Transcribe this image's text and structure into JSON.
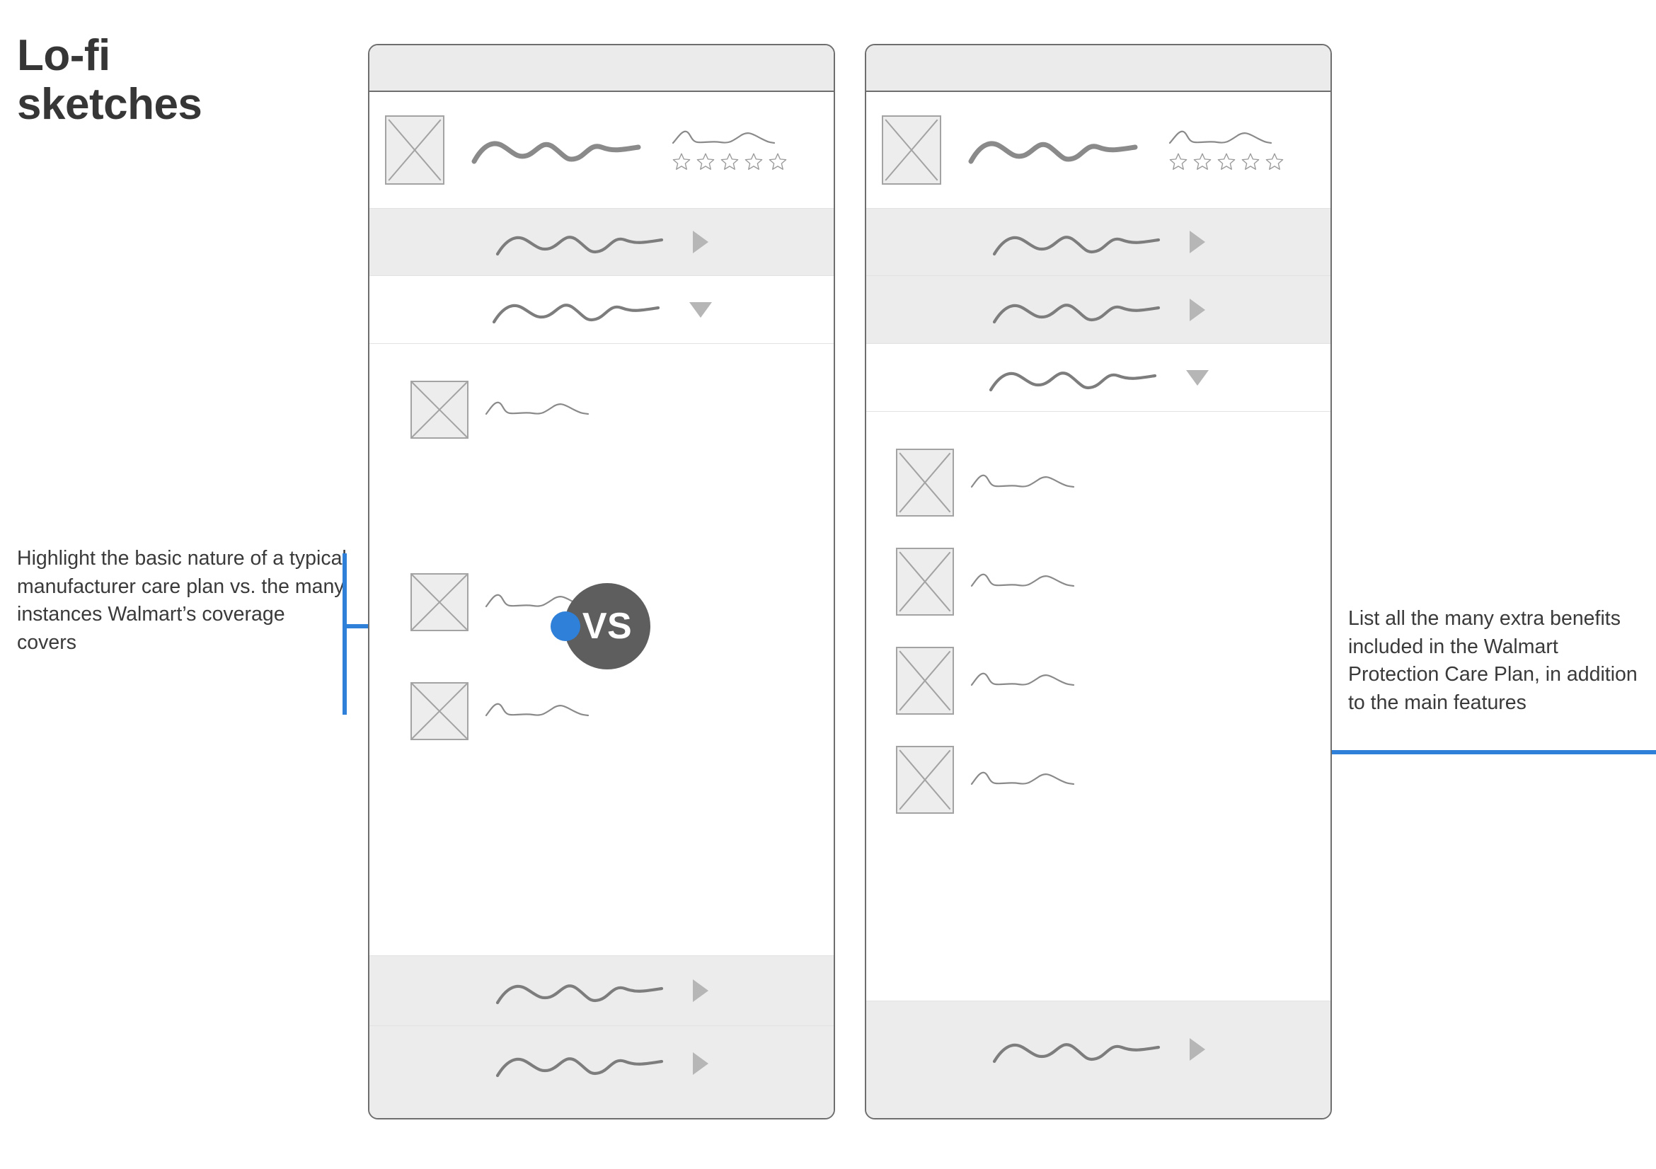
{
  "page": {
    "title": "Lo-fi\nsketches",
    "background": "#ffffff"
  },
  "colors": {
    "accent_blue": "#2f80d9",
    "badge_gray": "#5e5e5e",
    "card_border": "#6e6e6e",
    "row_shade": "#ececec",
    "header_shade": "#ebebeb",
    "sketch_stroke": "#8a8a8a",
    "placeholder_fill": "#ededed",
    "placeholder_border": "#a3a3a3",
    "text": "#3a3a3a"
  },
  "annotations": {
    "left": {
      "text": "Highlight the basic nature of a typical manufacturer care plan vs. the many instances Walmart’s coverage covers",
      "connector": "bracket-with-dot"
    },
    "right": {
      "text": "List all the many extra benefits included in the Walmart Protection Care Plan, in addition to the main features",
      "connector": "bracket"
    }
  },
  "badge": {
    "label": "VS"
  },
  "cards": [
    {
      "id": "card-left",
      "name": "manufacturer-care-plan-sketch",
      "header": {
        "type": "header-bar",
        "label": ""
      },
      "rows": [
        {
          "type": "hero",
          "shade": "plain",
          "placeholder": "product-image",
          "title": "squiggle-thick",
          "rating": {
            "label": "squiggle-thin",
            "stars": 5,
            "filled": 0
          }
        },
        {
          "type": "accordion",
          "shade": "shaded",
          "label": "squiggle",
          "state": "collapsed",
          "icon": "triangle-right"
        },
        {
          "type": "accordion",
          "shade": "plain",
          "label": "squiggle",
          "state": "expanded",
          "icon": "triangle-down"
        },
        {
          "type": "feature",
          "shade": "plain",
          "placeholder": "feature-icon",
          "label": "squiggle-thin"
        },
        {
          "type": "feature",
          "shade": "plain",
          "placeholder": "feature-icon",
          "label": "squiggle-thin"
        },
        {
          "type": "feature",
          "shade": "plain",
          "placeholder": "feature-icon",
          "label": "squiggle-thin"
        },
        {
          "type": "accordion",
          "shade": "shaded",
          "label": "squiggle",
          "state": "collapsed",
          "icon": "triangle-right"
        },
        {
          "type": "accordion",
          "shade": "shaded",
          "label": "squiggle",
          "state": "collapsed",
          "icon": "triangle-right"
        }
      ]
    },
    {
      "id": "card-right",
      "name": "walmart-protection-plan-sketch",
      "header": {
        "type": "header-bar",
        "label": ""
      },
      "rows": [
        {
          "type": "hero",
          "shade": "plain",
          "placeholder": "product-image",
          "title": "squiggle-thick",
          "rating": {
            "label": "squiggle-thin",
            "stars": 5,
            "filled": 0
          }
        },
        {
          "type": "accordion",
          "shade": "shaded",
          "label": "squiggle",
          "state": "collapsed",
          "icon": "triangle-right"
        },
        {
          "type": "accordion",
          "shade": "shaded",
          "label": "squiggle",
          "state": "collapsed",
          "icon": "triangle-right"
        },
        {
          "type": "accordion",
          "shade": "plain",
          "label": "squiggle",
          "state": "expanded",
          "icon": "triangle-down"
        },
        {
          "type": "benefit",
          "shade": "plain",
          "placeholder": "benefit-icon",
          "label": "squiggle-thin"
        },
        {
          "type": "benefit",
          "shade": "plain",
          "placeholder": "benefit-icon",
          "label": "squiggle-thin"
        },
        {
          "type": "benefit",
          "shade": "plain",
          "placeholder": "benefit-icon",
          "label": "squiggle-thin"
        },
        {
          "type": "benefit",
          "shade": "plain",
          "placeholder": "benefit-icon",
          "label": "squiggle-thin"
        },
        {
          "type": "accordion",
          "shade": "shaded",
          "label": "squiggle",
          "state": "collapsed",
          "icon": "triangle-right"
        }
      ]
    }
  ]
}
